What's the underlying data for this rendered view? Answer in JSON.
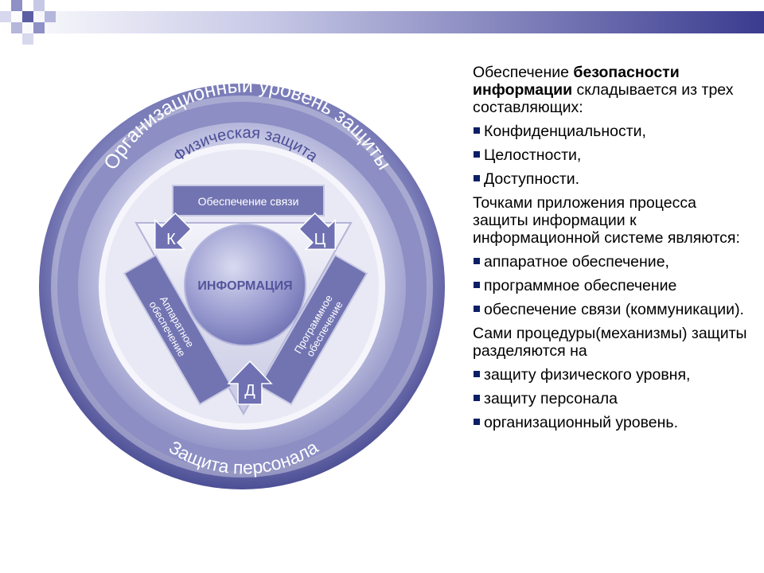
{
  "diagram": {
    "outer_ring_label": "Организационный уровень защиты",
    "middle_ring_label": "Физическая защита",
    "bottom_ring_label": "Защита персонала",
    "communication_label": "Обеспечение связи",
    "core_label": "ИНФОРМАЦИЯ",
    "hardware_label_line1": "Аппаратное",
    "hardware_label_line2": "обеспечение",
    "software_label_line1": "Программное",
    "software_label_line2": "обеспечение",
    "arrow_k": "К",
    "arrow_c": "Ц",
    "arrow_d": "Д"
  },
  "text": {
    "intro_part1": "Обеспечение ",
    "intro_bold": "безопасности информации",
    "intro_part2": " складывается из трех составляющих:",
    "components": [
      "Конфиденциальности,",
      "Целостности,",
      "Доступности."
    ],
    "points_intro": "Точками приложения процесса защиты информации к информационной системе являются:",
    "points": [
      "аппаратное обеспечение,",
      "программное обеспечение",
      "обеспечение связи (коммуникации)."
    ],
    "procedures_intro": "Сами процедуры(механизмы) защиты разделяются на",
    "procedures": [
      "защиту физического уровня,",
      "защиту персонала",
      "организационный уровень."
    ]
  },
  "colors": {
    "ring_dark": "#6466a5",
    "ring_light": "#dadcee",
    "accent": "#7476b3",
    "bullet": "#0b1f66"
  }
}
